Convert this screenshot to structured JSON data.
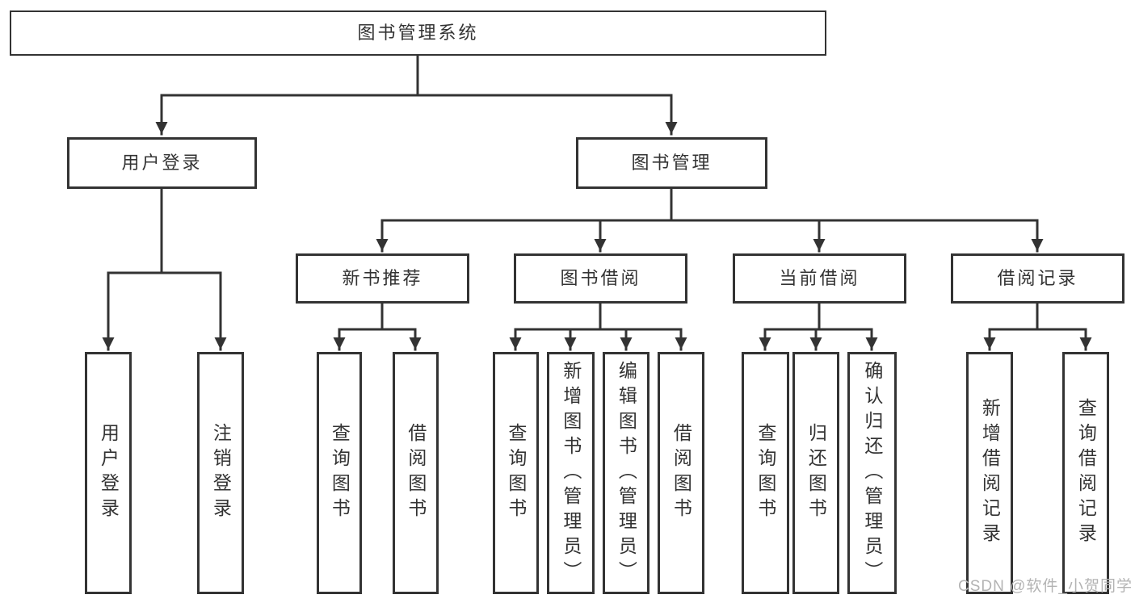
{
  "diagram": {
    "title": "图书管理系统",
    "level2": [
      {
        "label": "用户登录"
      },
      {
        "label": "图书管理"
      }
    ],
    "level3": [
      {
        "label": "新书推荐"
      },
      {
        "label": "图书借阅"
      },
      {
        "label": "当前借阅"
      },
      {
        "label": "借阅记录"
      }
    ],
    "leaves": {
      "login": [
        {
          "label": "用户登录"
        },
        {
          "label": "注销登录"
        }
      ],
      "recommend": [
        {
          "label": "查询图书"
        },
        {
          "label": "借阅图书"
        }
      ],
      "borrow": [
        {
          "label": "查询图书"
        },
        {
          "label": "新增图书（管理员）"
        },
        {
          "label": "编辑图书（管理员）"
        },
        {
          "label": "借阅图书"
        }
      ],
      "current": [
        {
          "label": "查询图书"
        },
        {
          "label": "归还图书"
        },
        {
          "label": "确认归还（管理员）"
        }
      ],
      "records": [
        {
          "label": "新增借阅记录"
        },
        {
          "label": "查询借阅记录"
        }
      ]
    },
    "watermark": "CSDN @软件_小贺同学",
    "colors": {
      "line": "#333333",
      "text": "#333333",
      "box_background": "#ffffff",
      "watermark": "#b3b3b3"
    }
  }
}
